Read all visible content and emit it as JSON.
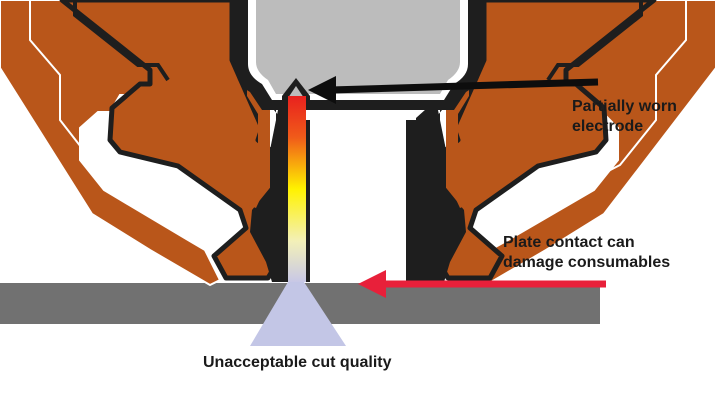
{
  "labels": {
    "electrode_line1": "Partially worn",
    "electrode_line2": "electrode",
    "plate_line1": "Plate contact can",
    "plate_line2": "damage consumables",
    "cut_quality": "Unacceptable cut quality"
  },
  "colors": {
    "copper": "#b9561a",
    "outline": "#1e1e1e",
    "electrode": "#bcbcbc",
    "plate": "#717171",
    "arc_top": "#e8211e",
    "arc_mid": "#fff200",
    "arc_bottom": "#c8c8e6",
    "cut_cone": "#c3c6e6",
    "arrow_black": "#0d0d0d",
    "arrow_red": "#e8203a"
  }
}
